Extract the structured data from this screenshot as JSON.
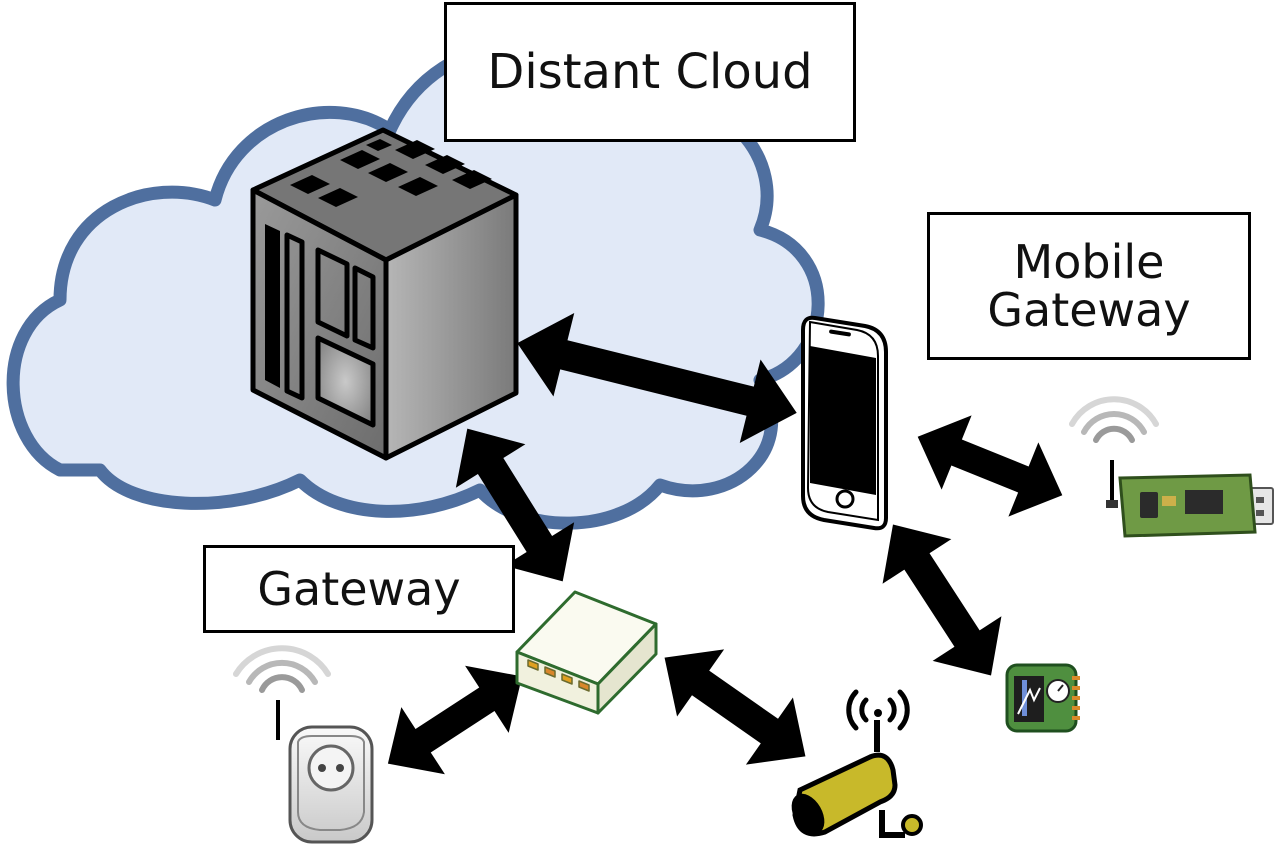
{
  "labels": {
    "distant_cloud": "Distant Cloud",
    "mobile_gateway_line1": "Mobile",
    "mobile_gateway_line2": "Gateway",
    "gateway": "Gateway"
  },
  "colors": {
    "cloud_fill": "#e1e9f7",
    "cloud_stroke": "#4f6f9f",
    "arrow": "#000000",
    "router_fill": "#f5f5e4",
    "router_stroke": "#2e6b2e",
    "usb_board": "#6f9a45",
    "sensor_board": "#4f8f3f",
    "camera": "#c8b92a"
  },
  "icons": [
    "cloud-icon",
    "server-icon",
    "smartphone-icon",
    "router-icon",
    "usb-dongle-icon",
    "sensor-board-icon",
    "smart-plug-icon",
    "camera-icon",
    "wifi-signal-icon"
  ]
}
